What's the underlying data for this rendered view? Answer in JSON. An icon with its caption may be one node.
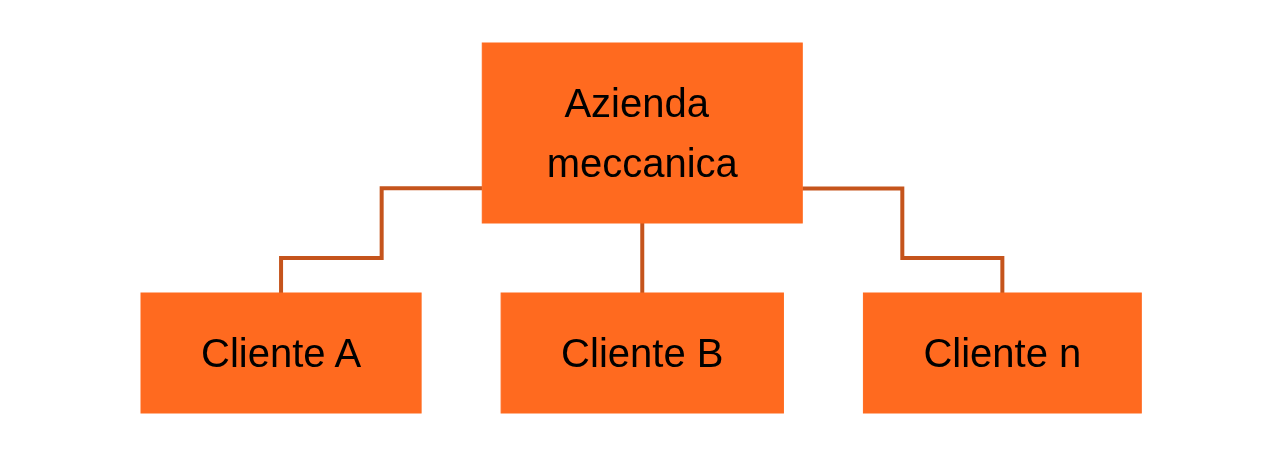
{
  "diagram": {
    "nodes": [
      {
        "text": [
          "Azienda meccanica"
        ]
      },
      {
        "text": [
          "Cliente A"
        ]
      },
      {
        "text": [
          "Cliente B"
        ]
      },
      {
        "text": [
          "Cliente n"
        ]
      }
    ],
    "edges": [
      {
        "from": 0,
        "to": 1,
        "arrow": "none"
      },
      {
        "from": 0,
        "to": 2,
        "arrow": "none"
      },
      {
        "from": 0,
        "to": 3,
        "arrow": "none"
      }
    ]
  }
}
